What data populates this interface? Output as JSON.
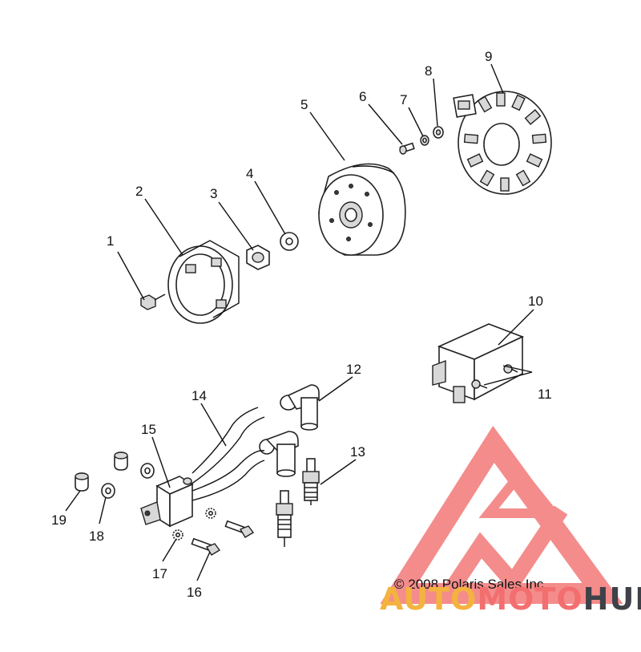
{
  "diagram": {
    "callouts": [
      "1",
      "2",
      "3",
      "4",
      "5",
      "6",
      "7",
      "8",
      "9",
      "10",
      "11",
      "12",
      "13",
      "14",
      "15",
      "16",
      "17",
      "18",
      "19"
    ],
    "copyright": "© 2008 Polaris Sales Inc."
  },
  "watermark": {
    "brand_part1": "AUTO",
    "brand_part2": "MOTO",
    "brand_part3": "HUB",
    "colors": {
      "auto": "#f4b23f",
      "moto": "#f36f6f",
      "hub": "#3e4148",
      "logo": "#f16d6d"
    }
  }
}
